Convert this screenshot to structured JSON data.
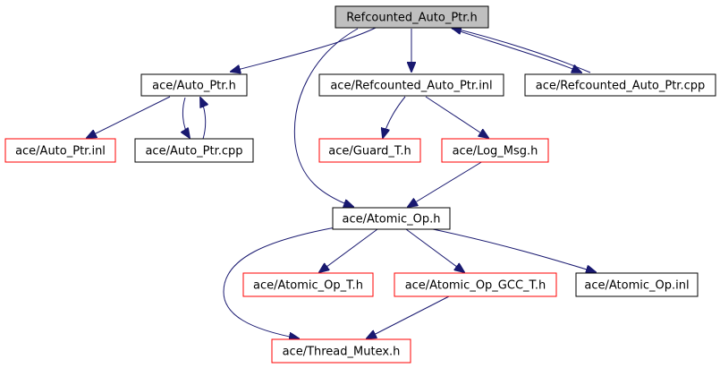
{
  "colors": {
    "root_fill": "#bfbfbf",
    "node_fill": "#ffffff",
    "border_documented": "#000000",
    "border_undocumented": "#ff0000",
    "edge": "#191970",
    "text": "#000000"
  },
  "nodes": {
    "root": {
      "label": "Refcounted_Auto_Ptr.h",
      "style": "root"
    },
    "auto_ptr_h": {
      "label": "ace/Auto_Ptr.h",
      "style": "documented"
    },
    "refcounted_inl": {
      "label": "ace/Refcounted_Auto_Ptr.inl",
      "style": "documented"
    },
    "refcounted_cpp": {
      "label": "ace/Refcounted_Auto_Ptr.cpp",
      "style": "documented"
    },
    "auto_ptr_inl": {
      "label": "ace/Auto_Ptr.inl",
      "style": "undocumented"
    },
    "auto_ptr_cpp": {
      "label": "ace/Auto_Ptr.cpp",
      "style": "documented"
    },
    "guard_t": {
      "label": "ace/Guard_T.h",
      "style": "undocumented"
    },
    "log_msg": {
      "label": "ace/Log_Msg.h",
      "style": "undocumented"
    },
    "atomic_op_h": {
      "label": "ace/Atomic_Op.h",
      "style": "documented"
    },
    "atomic_op_t": {
      "label": "ace/Atomic_Op_T.h",
      "style": "undocumented"
    },
    "atomic_op_gcc": {
      "label": "ace/Atomic_Op_GCC_T.h",
      "style": "undocumented"
    },
    "atomic_op_inl": {
      "label": "ace/Atomic_Op.inl",
      "style": "documented"
    },
    "thread_mutex": {
      "label": "ace/Thread_Mutex.h",
      "style": "undocumented"
    }
  },
  "edges": [
    {
      "from": "root",
      "to": "auto_ptr_h"
    },
    {
      "from": "root",
      "to": "refcounted_inl"
    },
    {
      "from": "root",
      "to": "refcounted_cpp"
    },
    {
      "from": "refcounted_cpp",
      "to": "root"
    },
    {
      "from": "root",
      "to": "atomic_op_h"
    },
    {
      "from": "auto_ptr_h",
      "to": "auto_ptr_inl"
    },
    {
      "from": "auto_ptr_h",
      "to": "auto_ptr_cpp"
    },
    {
      "from": "auto_ptr_cpp",
      "to": "auto_ptr_h"
    },
    {
      "from": "refcounted_inl",
      "to": "guard_t"
    },
    {
      "from": "refcounted_inl",
      "to": "log_msg"
    },
    {
      "from": "log_msg",
      "to": "atomic_op_h"
    },
    {
      "from": "atomic_op_h",
      "to": "atomic_op_t"
    },
    {
      "from": "atomic_op_h",
      "to": "atomic_op_gcc"
    },
    {
      "from": "atomic_op_h",
      "to": "atomic_op_inl"
    },
    {
      "from": "atomic_op_h",
      "to": "thread_mutex"
    },
    {
      "from": "atomic_op_gcc",
      "to": "thread_mutex"
    }
  ]
}
